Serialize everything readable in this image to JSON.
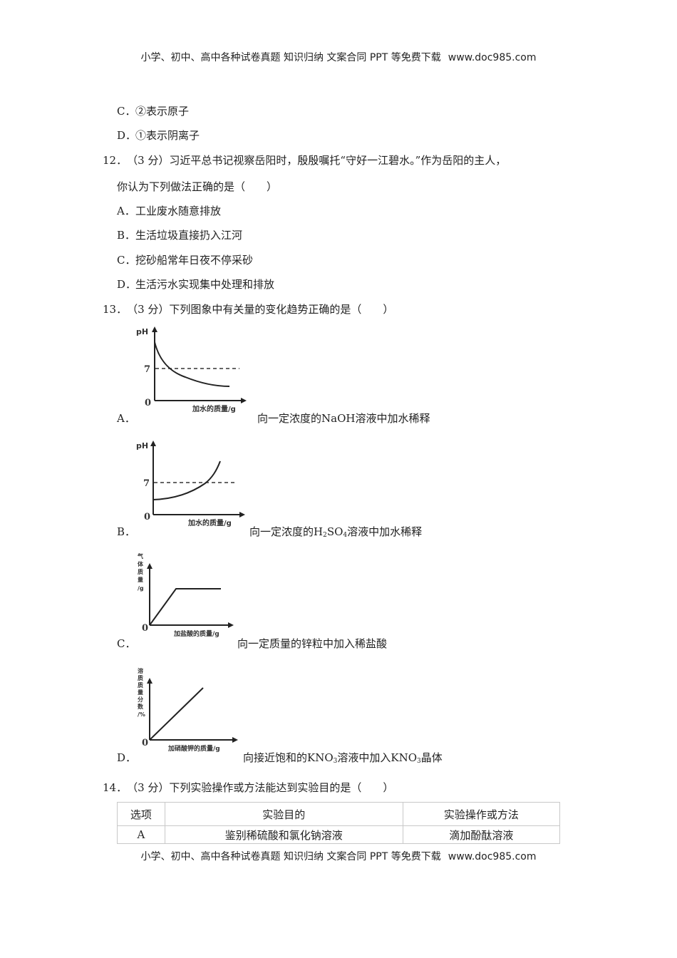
{
  "header_banner": {
    "text": "小学、初中、高中各种试卷真题 知识归纳 文案合同 PPT 等免费下载",
    "url": "www.doc985.com"
  },
  "q11_tail": {
    "options": [
      {
        "letter": "C．",
        "text": "②表示原子"
      },
      {
        "letter": "D．",
        "text": "①表示阴离子"
      }
    ]
  },
  "q12": {
    "number": "12．",
    "score": "（3 分）",
    "stem_line1": "习近平总书记视察岳阳时，殷殷嘱托“守好一江碧水。”作为岳阳的主人，",
    "stem_line2": "你认为下列做法正确的是（　　）",
    "options": [
      {
        "letter": "A．",
        "text": "工业废水随意排放"
      },
      {
        "letter": "B．",
        "text": "生活垃圾直接扔入江河"
      },
      {
        "letter": "C．",
        "text": "挖砂船常年日夜不停采砂"
      },
      {
        "letter": "D．",
        "text": "生活污水实现集中处理和排放"
      }
    ]
  },
  "q13": {
    "number": "13．",
    "score": "（3 分）",
    "stem": "下列图象中有关量的变化趋势正确的是（　　）",
    "options": [
      {
        "letter": "A．",
        "caption_pre": "向一定浓度的",
        "formula": "NaOH",
        "caption_post": "溶液中加水稀释"
      },
      {
        "letter": "B．",
        "caption_pre": "向一定浓度的",
        "formula_main": "H",
        "formula_sub1": "2",
        "formula_mid": "SO",
        "formula_sub2": "4",
        "caption_post": "溶液中加水稀释"
      },
      {
        "letter": "C．",
        "caption": "向一定质量的锌粒中加入稀盐酸"
      },
      {
        "letter": "D．",
        "caption_pre": "向接近饱和的",
        "formula1": "KNO",
        "sub1": "3",
        "caption_mid": "溶液中加入",
        "formula2": "KNO",
        "sub2": "3",
        "caption_post": "晶体"
      }
    ]
  },
  "chart_data": [
    {
      "type": "line",
      "title": "A",
      "ylabel": "pH",
      "xlabel": "加水的质量/g",
      "origin_label": "0",
      "reference_line": {
        "y": 7,
        "label": "7",
        "style": "dashed"
      },
      "description": "pH starts above 7 (~11) and decreases, crossing 7, approaching ~3",
      "x": [
        0,
        1,
        2,
        3,
        4,
        5,
        6,
        7,
        8,
        9,
        10
      ],
      "y": [
        11,
        8.6,
        7.0,
        5.9,
        5.1,
        4.5,
        4.1,
        3.8,
        3.6,
        3.5,
        3.4
      ],
      "grid": false
    },
    {
      "type": "line",
      "title": "B",
      "ylabel": "pH",
      "xlabel": "加水的质量/g",
      "origin_label": "0",
      "reference_line": {
        "y": 7,
        "label": "7",
        "style": "dashed"
      },
      "description": "pH starts ~2.5 and increases exponentially, crossing 7 and rising above",
      "x": [
        0,
        1,
        2,
        3,
        4,
        5,
        6,
        7,
        8,
        9,
        10
      ],
      "y": [
        2.5,
        2.6,
        2.9,
        3.3,
        3.9,
        4.6,
        5.5,
        6.6,
        7.9,
        9.5,
        11.5
      ],
      "grid": false
    },
    {
      "type": "line",
      "title": "C",
      "ylabel": "气体质量/g",
      "xlabel": "加盐酸的质量/g",
      "origin_label": "0",
      "description": "gas mass rises linearly from origin then plateaus",
      "x": [
        0,
        4,
        10
      ],
      "y": [
        0,
        5,
        5
      ],
      "grid": false
    },
    {
      "type": "line",
      "title": "D",
      "ylabel": "溶质质量分数/%",
      "xlabel": "加硝酸钾的质量/g",
      "origin_label": "0",
      "description": "solute mass fraction rises linearly from origin",
      "x": [
        0,
        10
      ],
      "y": [
        0,
        10
      ],
      "grid": false
    }
  ],
  "q14": {
    "number": "14．",
    "score": "（3 分）",
    "stem": "下列实验操作或方法能达到实验目的是（　　）",
    "table": {
      "headers": [
        "选项",
        "实验目的",
        "实验操作或方法"
      ],
      "rows": [
        [
          "A",
          "鉴别稀硫酸和氯化钠溶液",
          "滴加酚酞溶液"
        ]
      ]
    }
  },
  "footer_banner": {
    "text": "小学、初中、高中各种试卷真题 知识归纳 文案合同 PPT 等免费下载",
    "url": "www.doc985.com"
  }
}
